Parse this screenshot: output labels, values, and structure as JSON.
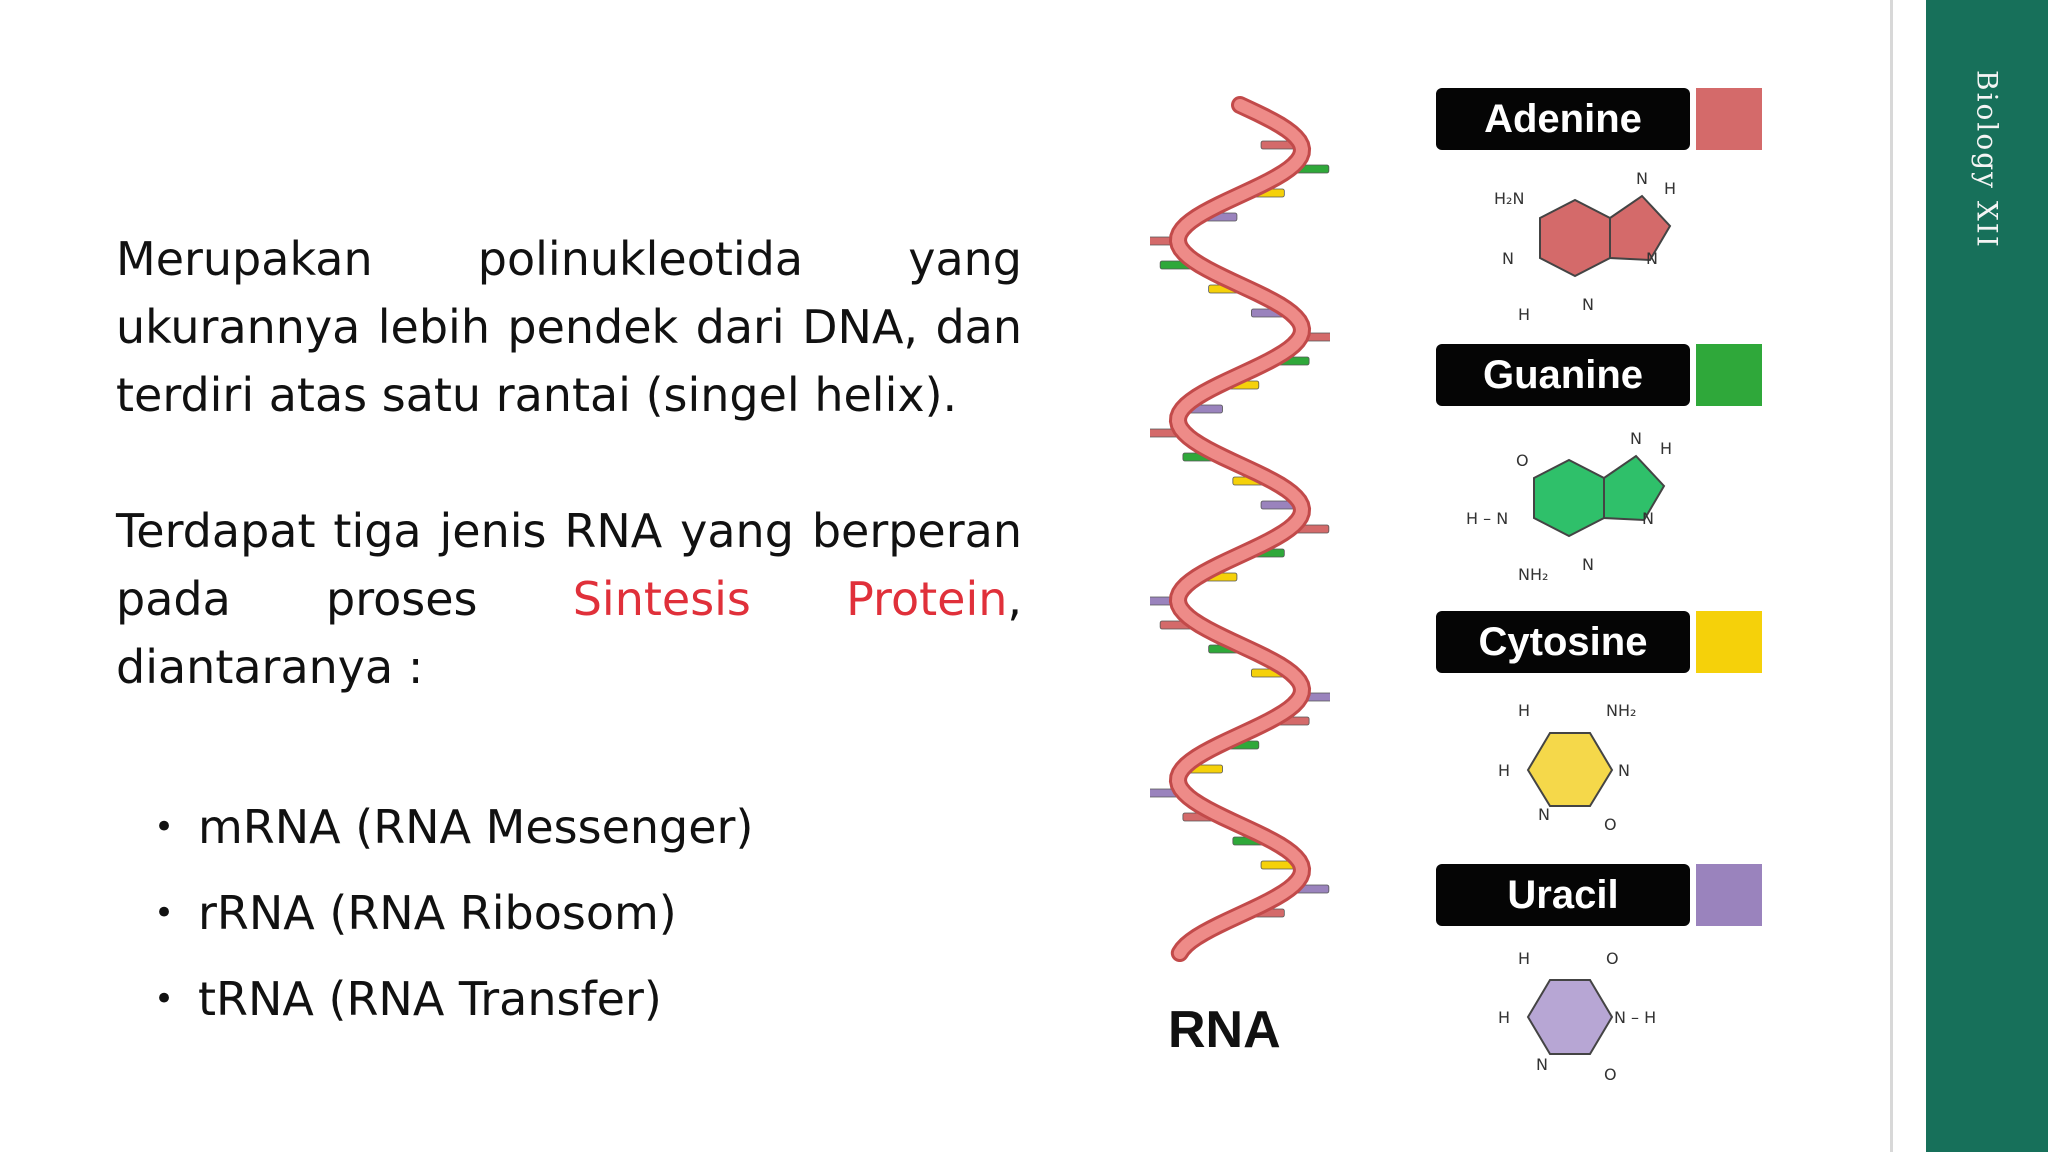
{
  "side": {
    "label": "Biology XII",
    "color": "#17705a"
  },
  "intro": {
    "p1": "Merupakan polinukleotida yang ukurannya lebih pendek dari DNA, dan terdiri atas satu rantai (singel helix).",
    "p2_start": "Terdapat tiga jenis RNA yang berperan pada proses ",
    "p2_highlight": "Sintesis Protein",
    "p2_end": ", diantaranya :"
  },
  "rna_types": [
    {
      "label": "mRNA (RNA Messenger)"
    },
    {
      "label": "rRNA (RNA Ribosom)"
    },
    {
      "label": "tRNA (RNA Transfer)"
    }
  ],
  "figure": {
    "title": "RNA",
    "bases": [
      {
        "name": "Adenine",
        "color": "#d46a6a",
        "atoms": [
          "H₂N",
          "N",
          "H",
          "N",
          "N",
          "H",
          "N"
        ]
      },
      {
        "name": "Guanine",
        "color": "#2fa83a",
        "atoms": [
          "O",
          "N",
          "H",
          "H – N",
          "N",
          "NH₂",
          "N"
        ]
      },
      {
        "name": "Cytosine",
        "color": "#f5d10a",
        "atoms": [
          "H",
          "NH₂",
          "H",
          "N",
          "N",
          "O"
        ]
      },
      {
        "name": "Uracil",
        "color": "#9a83bd",
        "atoms": [
          "H",
          "O",
          "H",
          "N – H",
          "N",
          "O"
        ]
      }
    ]
  }
}
